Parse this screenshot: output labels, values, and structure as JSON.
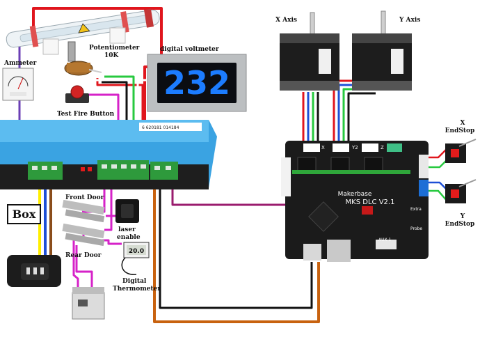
{
  "labels": {
    "ammeter": "Ammeter",
    "potentiometer": "Potentiometer",
    "potentiometer_value": "10K",
    "voltmeter": "digital voltmeter",
    "test_fire": "Test Fire Button",
    "x_axis": "X Axis",
    "y_axis": "Y Axis",
    "x_endstop_a": "X",
    "x_endstop_b": "EndStop",
    "y_endstop_a": "Y",
    "y_endstop_b": "EndStop",
    "box": "Box",
    "front_door": "Front Door",
    "rear_door": "Rear Door",
    "laser_enable_a": "laser",
    "laser_enable_b": "enable",
    "thermo_a": "Digital",
    "thermo_b": "Thermometer"
  },
  "voltmeter_display": "232",
  "thermometer_display": "20.0",
  "psu_barcode": "6 620181 014184",
  "board": {
    "brand": "Makerbase",
    "model": "MKS DLC V2.1",
    "port_labels": [
      "X",
      "Y2",
      "Z",
      "Extra",
      "Probe",
      "AUX-1"
    ]
  },
  "colors": {
    "red": "#e0161d",
    "black": "#111111",
    "green": "#27c93f",
    "white": "#ffffff",
    "magenta": "#d622c8",
    "yellow": "#ffee00",
    "blue": "#1d4fd6",
    "orange": "#c8620f",
    "psu_blue": "#37a8e8",
    "terminal_green": "#2e9a3c",
    "display_blue": "#1c7cff"
  }
}
